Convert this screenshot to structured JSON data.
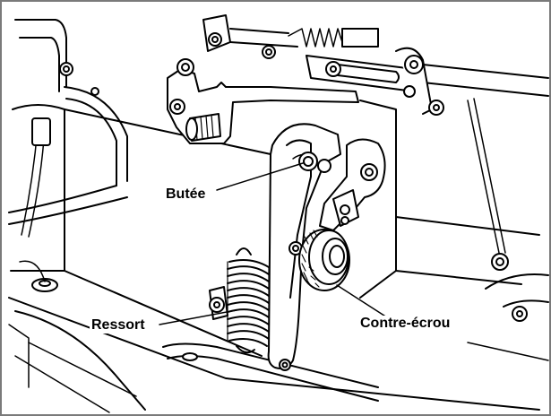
{
  "labels": {
    "butee": "Butée",
    "ressort": "Ressort",
    "contre_ecrou": "Contre-écrou"
  },
  "colors": {
    "ink": "#000000",
    "paper": "#ffffff",
    "frame": "#7a7a7a"
  }
}
